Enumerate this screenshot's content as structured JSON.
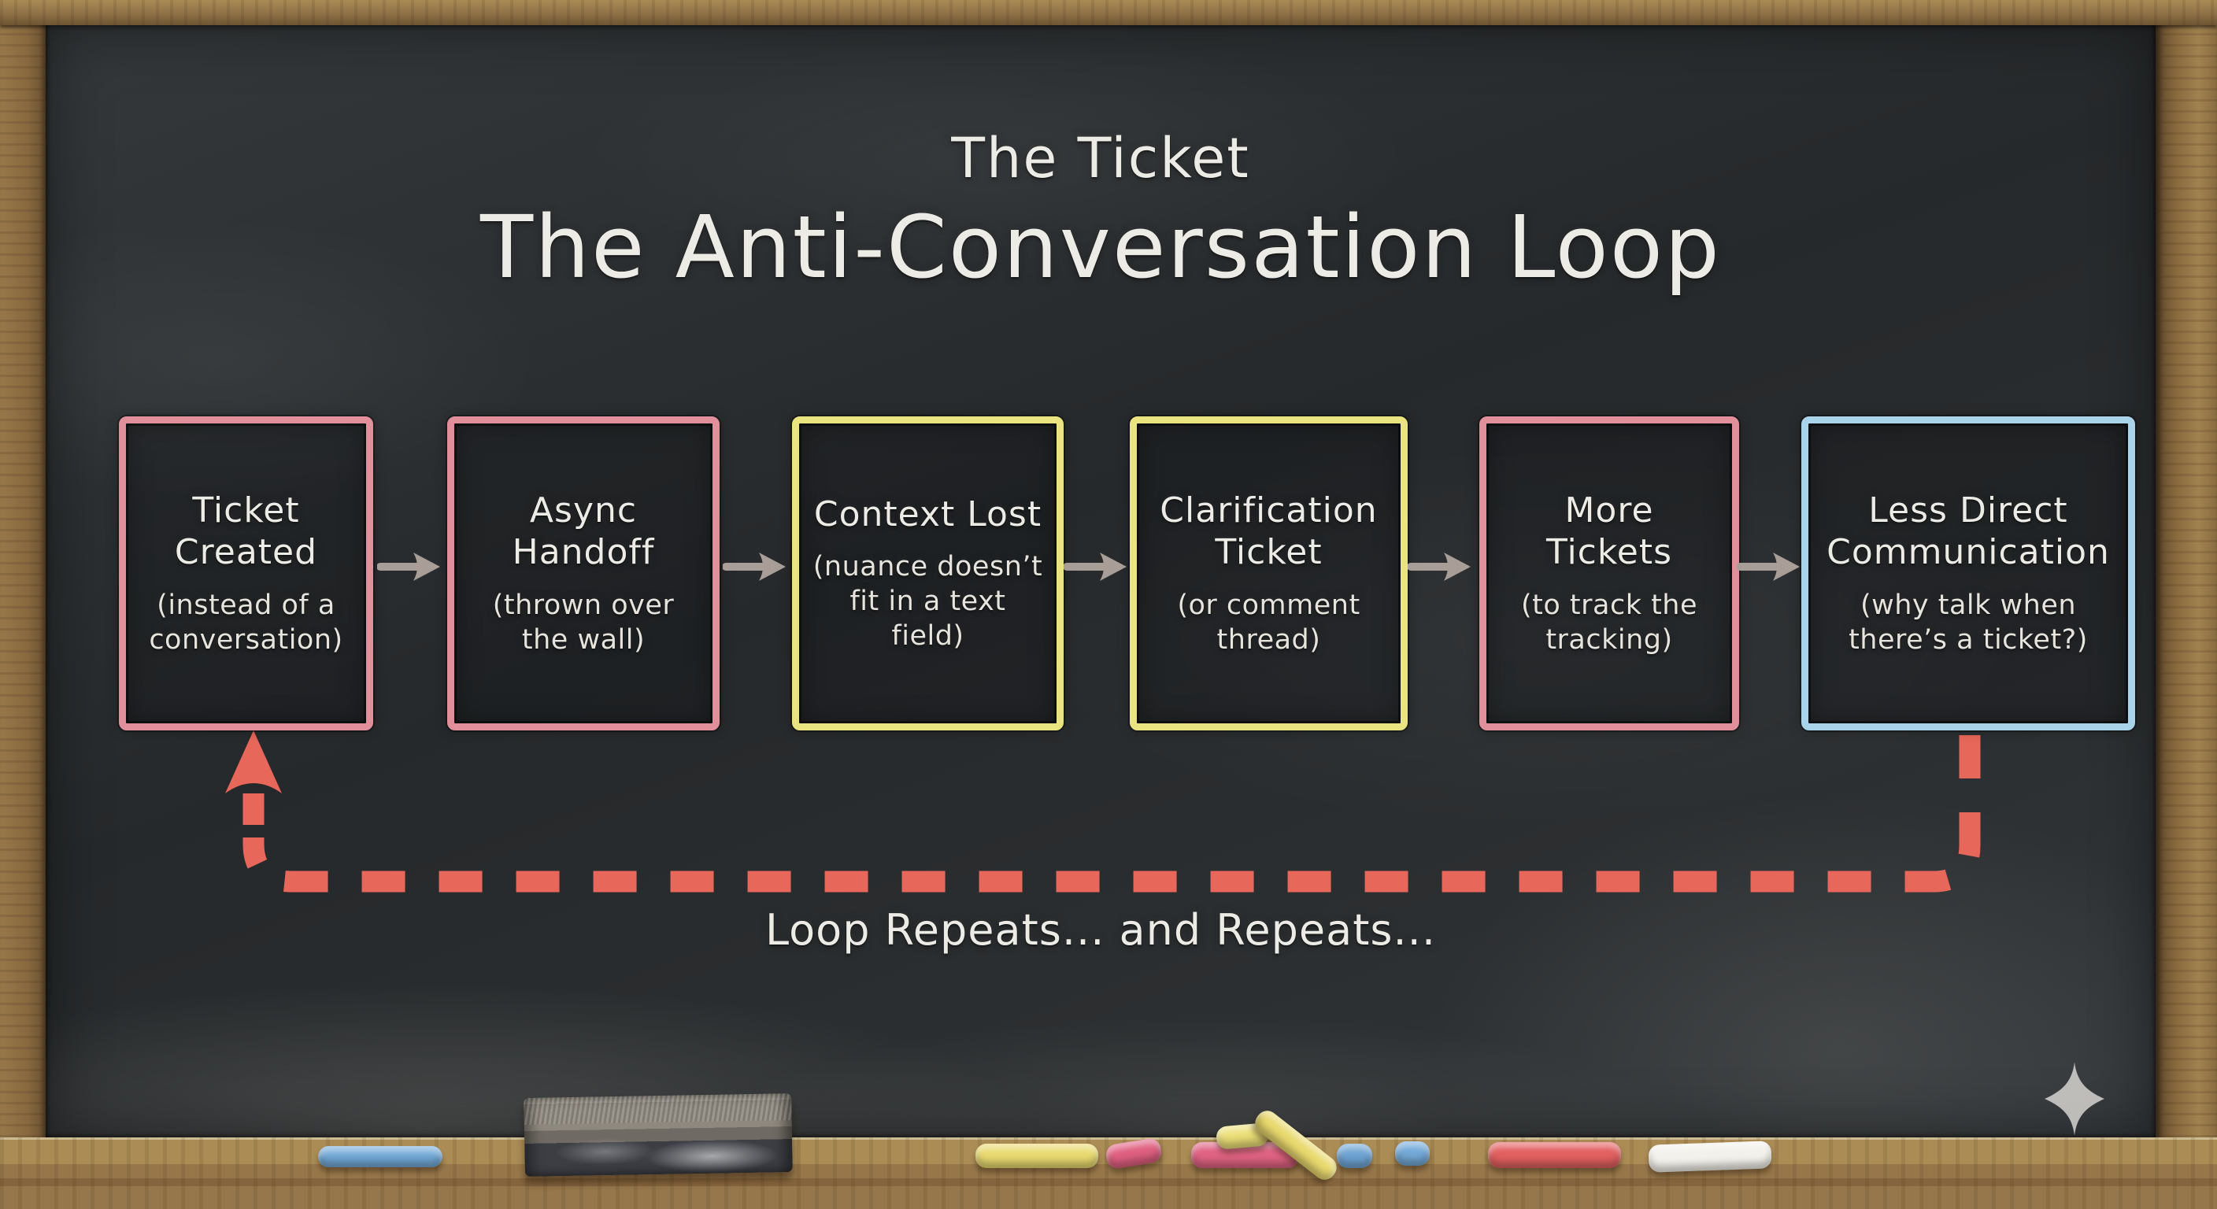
{
  "board": {
    "title_small": "The Ticket",
    "title_main": "The Anti-Conversation Loop",
    "loop_label": "Loop Repeats... and Repeats..."
  },
  "colors": {
    "chalk_white": "#edebe5",
    "pink_border": "#e08f9b",
    "yellow_border": "#e9e47f",
    "blue_border": "#a9d3e9",
    "loop_red": "#e7685a",
    "arrow_gray": "#a89e97"
  },
  "boxes": [
    {
      "title": "Ticket Created",
      "subtitle": "(instead of a conversation)",
      "border_color": "#e08f9b"
    },
    {
      "title": "Async Handoff",
      "subtitle": "(thrown over the wall)",
      "border_color": "#e08f9b"
    },
    {
      "title": "Context Lost",
      "subtitle": "(nuance doesn’t fit in a text field)",
      "border_color": "#e9e47f"
    },
    {
      "title": "Clarification Ticket",
      "subtitle": "(or comment thread)",
      "border_color": "#e9e47f"
    },
    {
      "title": "More Tickets",
      "subtitle": "(to track the tracking)",
      "border_color": "#e08f9b"
    },
    {
      "title": "Less Direct Communication",
      "subtitle": "(why talk when there’s a ticket?)",
      "border_color": "#a9d3e9"
    }
  ],
  "tray": {
    "items": [
      {
        "name": "blue-chalk-long",
        "color": "#74aad8"
      },
      {
        "name": "yellow-chalk-long",
        "color": "#e9da70"
      },
      {
        "name": "pink-chalk-stub",
        "color": "#df6080"
      },
      {
        "name": "pink-chalk-long",
        "color": "#e06383"
      },
      {
        "name": "yellow-chalk-stub",
        "color": "#ecdf78"
      },
      {
        "name": "yellow-chalk-tilted",
        "color": "#e9d96e"
      },
      {
        "name": "blue-chalk-stub-1",
        "color": "#6fa4d4"
      },
      {
        "name": "blue-chalk-stub-2",
        "color": "#74aad8"
      },
      {
        "name": "red-chalk-long",
        "color": "#e26060"
      },
      {
        "name": "white-chalk",
        "color": "#f3f1eb"
      }
    ]
  }
}
